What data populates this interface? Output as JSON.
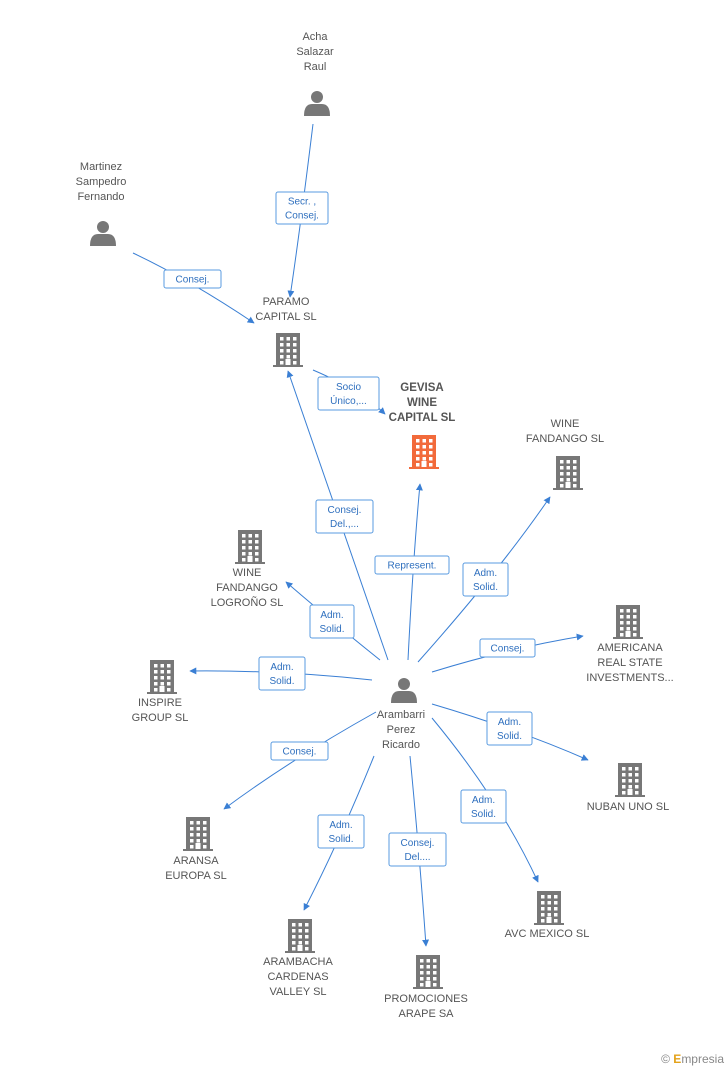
{
  "colors": {
    "edge": "#3a7fd4",
    "person": "#777777",
    "company": "#777777",
    "focus": "#f26a3b"
  },
  "nodes": [
    {
      "id": "acha",
      "kind": "person",
      "lines": [
        "Acha",
        "Salazar",
        "Raul"
      ]
    },
    {
      "id": "martinez",
      "kind": "person",
      "lines": [
        "Martinez",
        "Sampedro",
        "Fernando"
      ]
    },
    {
      "id": "paramo",
      "kind": "company",
      "lines": [
        "PARAMO",
        "CAPITAL  SL"
      ]
    },
    {
      "id": "gevisa",
      "kind": "focus",
      "lines": [
        "GEVISA",
        "WINE",
        "CAPITAL  SL"
      ]
    },
    {
      "id": "wine_fandango",
      "kind": "company",
      "lines": [
        "WINE",
        "FANDANGO SL"
      ]
    },
    {
      "id": "wine_logrono",
      "kind": "company",
      "lines": [
        "WINE",
        "FANDANGO",
        "LOGROÑO SL"
      ]
    },
    {
      "id": "americana",
      "kind": "company",
      "lines": [
        "AMERICANA",
        "REAL STATE",
        "INVESTMENTS..."
      ]
    },
    {
      "id": "inspire",
      "kind": "company",
      "lines": [
        "INSPIRE",
        "GROUP SL"
      ]
    },
    {
      "id": "arambarri",
      "kind": "person",
      "lines": [
        "Arambarri",
        "Perez",
        "Ricardo"
      ]
    },
    {
      "id": "nuban",
      "kind": "company",
      "lines": [
        "NUBAN UNO SL"
      ]
    },
    {
      "id": "aransa",
      "kind": "company",
      "lines": [
        "ARANSA",
        "EUROPA SL"
      ]
    },
    {
      "id": "avc",
      "kind": "company",
      "lines": [
        "AVC MEXICO SL"
      ]
    },
    {
      "id": "arambacha",
      "kind": "company",
      "lines": [
        "ARAMBACHA",
        "CARDENAS",
        "VALLEY  SL"
      ]
    },
    {
      "id": "promociones",
      "kind": "company",
      "lines": [
        "PROMOCIONES",
        "ARAPE SA"
      ]
    }
  ],
  "edges": [
    {
      "from": "acha",
      "to": "paramo",
      "label": [
        "Secr. ,",
        "Consej."
      ]
    },
    {
      "from": "martinez",
      "to": "paramo",
      "label": [
        "Consej."
      ]
    },
    {
      "from": "paramo",
      "to": "gevisa",
      "label": [
        "Socio",
        "Único,..."
      ]
    },
    {
      "from": "arambarri",
      "to": "paramo",
      "label": [
        "Consej.",
        "Del.,..."
      ]
    },
    {
      "from": "arambarri",
      "to": "gevisa",
      "label": [
        "Represent."
      ]
    },
    {
      "from": "arambarri",
      "to": "wine_fandango",
      "label": [
        "Adm.",
        "Solid."
      ]
    },
    {
      "from": "arambarri",
      "to": "wine_logrono",
      "label": [
        "Adm.",
        "Solid."
      ]
    },
    {
      "from": "arambarri",
      "to": "americana",
      "label": [
        "Consej."
      ]
    },
    {
      "from": "arambarri",
      "to": "inspire",
      "label": [
        "Adm.",
        "Solid."
      ]
    },
    {
      "from": "arambarri",
      "to": "nuban",
      "label": [
        "Adm.",
        "Solid."
      ]
    },
    {
      "from": "arambarri",
      "to": "aransa",
      "label": [
        "Consej."
      ]
    },
    {
      "from": "arambarri",
      "to": "avc",
      "label": [
        "Adm.",
        "Solid."
      ]
    },
    {
      "from": "arambarri",
      "to": "arambacha",
      "label": [
        "Adm.",
        "Solid."
      ]
    },
    {
      "from": "arambarri",
      "to": "promociones",
      "label": [
        "Consej.",
        "Del...."
      ]
    }
  ],
  "watermark": {
    "symbol": "©",
    "brand_initial": "E",
    "brand_rest": "mpresia"
  }
}
